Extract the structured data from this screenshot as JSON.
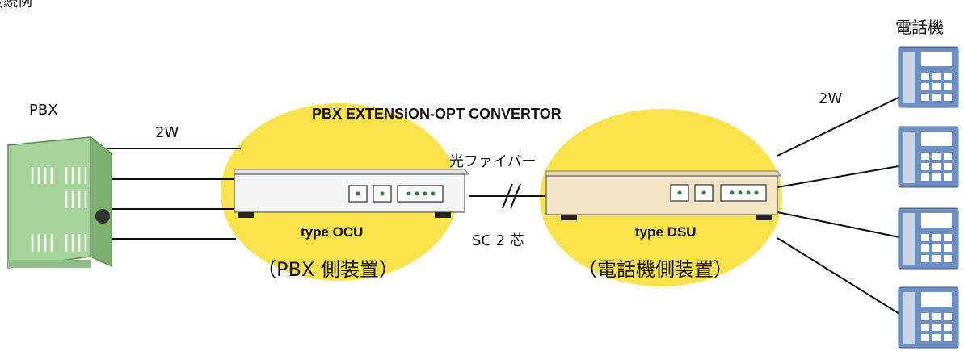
{
  "header_fragment": "接続例",
  "labels": {
    "phone_heading": "電話機",
    "pbx": "PBX",
    "wire_left": "2W",
    "wire_right": "2W",
    "title": "PBX EXTENSION-OPT CONVERTOR",
    "fiber": "光ファイバー",
    "fiber_spec": "SC 2 芯",
    "ocu_type": "type OCU",
    "ocu_desc": "（PBX 側装置）",
    "dsu_type": "type DSU",
    "dsu_desc": "（電話機側装置）"
  },
  "colors": {
    "ellipse": "#FAE34A",
    "pbx_body": "#A6D39A",
    "ocu_body": "#F4F4F4",
    "dsu_body": "#F1E4C4",
    "port": "#2E7D32",
    "phone_body": "#6E8FC2",
    "wire": "#111111"
  },
  "icons": [
    "pbx-cabinet-icon",
    "ocu-device-icon",
    "dsu-device-icon",
    "telephone-icon",
    "fiber-break-icon"
  ]
}
